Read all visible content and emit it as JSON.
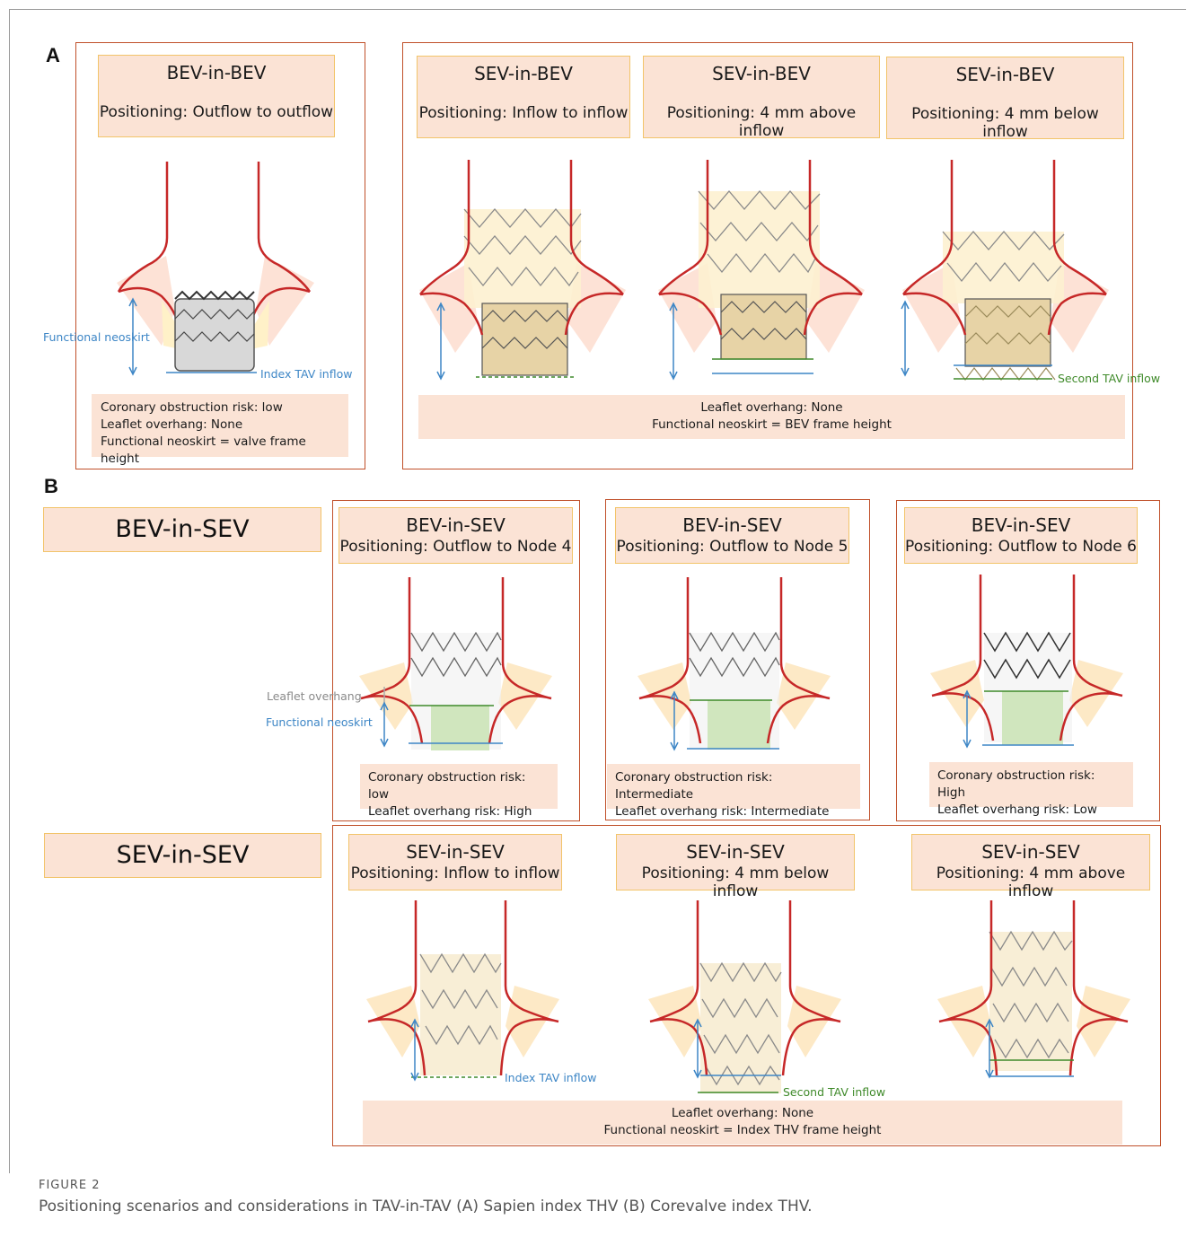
{
  "panel_a": {
    "letter": "A",
    "bev_box": {
      "title": "BEV-in-BEV",
      "positioning": "Positioning: Outflow to outflow",
      "ann_neoskirt": "Functional neoskirt",
      "ann_index": "Index TAV inflow",
      "info": [
        "Coronary obstruction  risk: low",
        "Leaflet overhang: None",
        "Functional  neoskirt = valve frame height"
      ]
    },
    "sev_cards": [
      {
        "title": "SEV-in-BEV",
        "positioning": "Positioning: Inflow to inflow"
      },
      {
        "title": "SEV-in-BEV",
        "positioning": "Positioning: 4 mm above inflow"
      },
      {
        "title": "SEV-in-BEV",
        "positioning": "Positioning: 4 mm below inflow"
      }
    ],
    "ann_second": "Second TAV inflow",
    "sev_info": [
      "Leaflet overhang: None",
      "Functional neoskirt = BEV frame height"
    ]
  },
  "panel_b": {
    "letter": "B",
    "row1_label": "BEV-in-SEV",
    "row1_cards": [
      {
        "title": "BEV-in-SEV",
        "positioning": "Positioning: Outflow to Node 4",
        "info": [
          "Coronary obstruction  risk: low",
          "Leaflet overhang risk: High"
        ]
      },
      {
        "title": "BEV-in-SEV",
        "positioning": "Positioning: Outflow to Node 5",
        "info": [
          "Coronary obstruction  risk: Intermediate",
          "Leaflet overhang risk: Intermediate"
        ]
      },
      {
        "title": "BEV-in-SEV",
        "positioning": "Positioning: Outflow to Node 6",
        "info": [
          "Coronary obstruction  risk: High",
          "Leaflet overhang risk: Low"
        ]
      }
    ],
    "ann_overhang": "Leaflet overhang",
    "ann_neoskirt": "Functional neoskirt",
    "row2_label": "SEV-in-SEV",
    "row2_cards": [
      {
        "title": "SEV-in-SEV",
        "positioning": "Positioning: Inflow to inflow"
      },
      {
        "title": "SEV-in-SEV",
        "positioning": "Positioning: 4 mm below inflow"
      },
      {
        "title": "SEV-in-SEV",
        "positioning": "Positioning: 4 mm above inflow"
      }
    ],
    "ann_index": "Index TAV inflow",
    "ann_second": "Second TAV inflow",
    "row2_info": [
      "Leaflet overhang: None",
      "Functional neoskirt = Index THV frame height"
    ]
  },
  "caption": {
    "label": "FIGURE 2",
    "text": "Positioning scenarios and considerations in TAV-in-TAV (A) Sapien index THV (B) Corevalve index THV."
  },
  "colors": {
    "border": "#c0502a",
    "fill": "#fbe3d5",
    "title_border": "#f2c46a",
    "aorta": "#c62828",
    "blue": "#3d86c6",
    "green": "#3f8a2a"
  }
}
